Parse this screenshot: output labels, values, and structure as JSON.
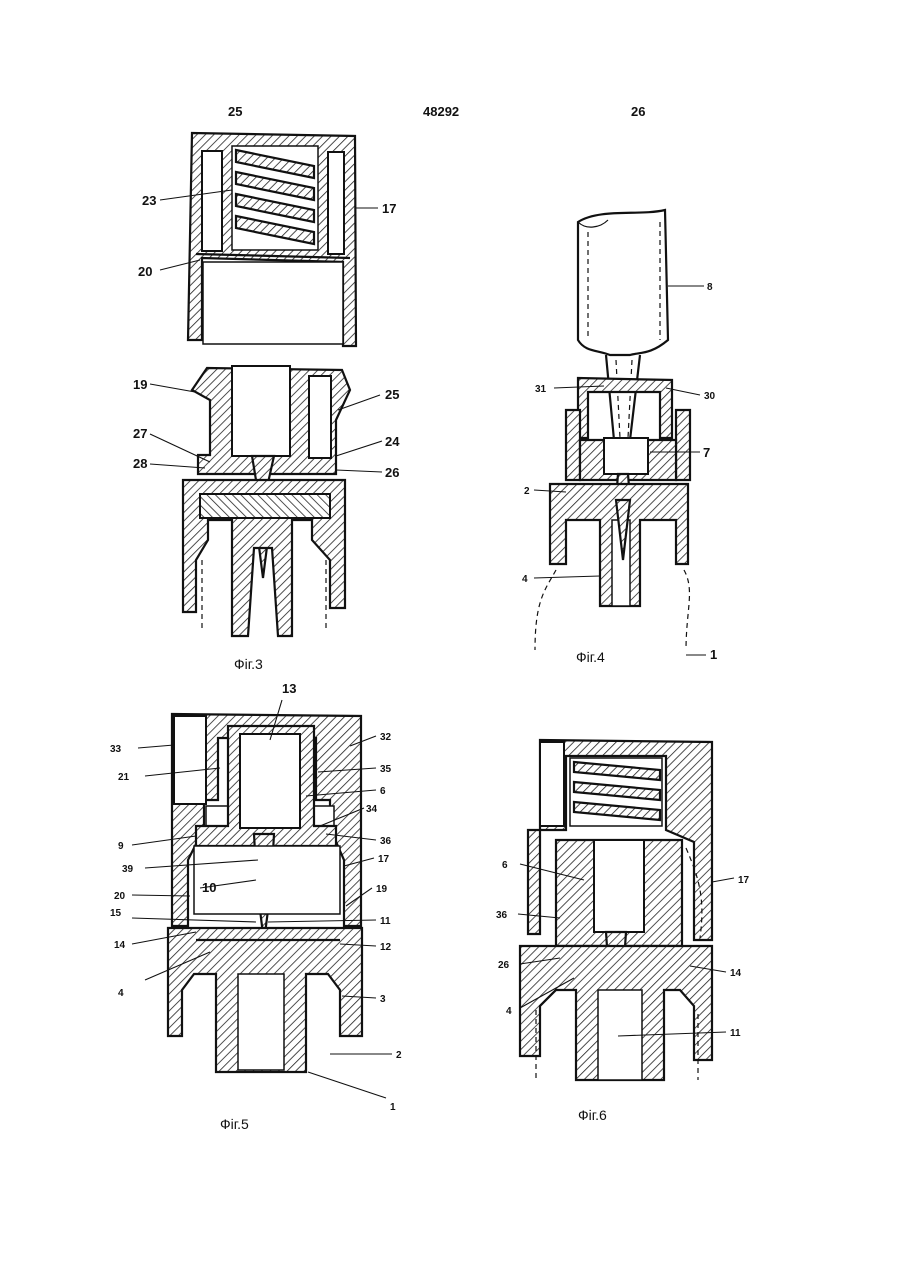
{
  "header": {
    "page_left": "25",
    "doc_number": "48292",
    "page_right": "26"
  },
  "fig3": {
    "caption": "Фіг.3",
    "labels": [
      "23",
      "17",
      "20",
      "19",
      "25",
      "27",
      "24",
      "28",
      "26"
    ]
  },
  "fig4": {
    "caption": "Фіг.4",
    "labels": [
      "8",
      "31",
      "30",
      "7",
      "2",
      "4",
      "1"
    ]
  },
  "fig5": {
    "caption": "Фіг.5",
    "labels": [
      "13",
      "33",
      "32",
      "21",
      "35",
      "6",
      "34",
      "9",
      "36",
      "39",
      "17",
      "10",
      "20",
      "19",
      "15",
      "11",
      "14",
      "12",
      "4",
      "3",
      "2",
      "1"
    ]
  },
  "fig6": {
    "caption": "Фіг.6",
    "labels": [
      "6",
      "17",
      "36",
      "26",
      "14",
      "4",
      "11"
    ]
  }
}
